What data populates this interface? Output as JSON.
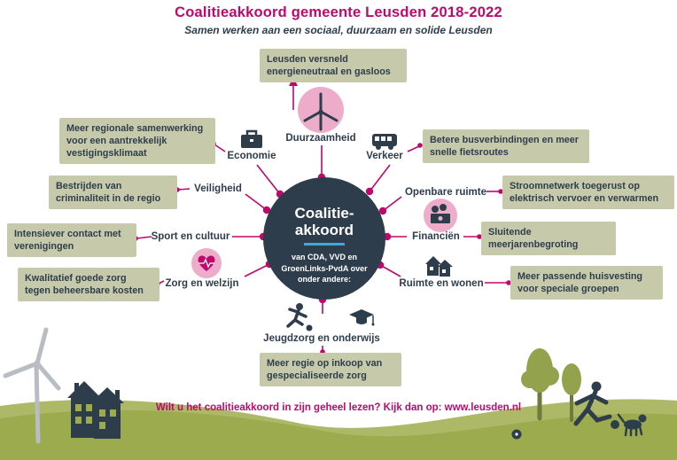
{
  "header": {
    "title": "Coalitieakkoord gemeente Leusden 2018-2022",
    "subtitle": "Samen werken aan een sociaal, duurzaam en solide Leusden"
  },
  "center": {
    "line1": "Coalitie-",
    "line2": "akkoord",
    "subtitle": "van CDA, VVD en GroenLinks-PvdA over onder andere:"
  },
  "topics": {
    "duurzaamheid": {
      "label": "Duurzaamheid",
      "icon": "wind-turbine-icon"
    },
    "economie": {
      "label": "Economie",
      "icon": "briefcase-icon"
    },
    "verkeer": {
      "label": "Verkeer",
      "icon": "bus-icon"
    },
    "veiligheid": {
      "label": "Veiligheid"
    },
    "openbare_ruimte": {
      "label": "Openbare ruimte"
    },
    "sport_en_cultuur": {
      "label": "Sport en cultuur"
    },
    "financien": {
      "label": "Financiën",
      "icon": "money-icon"
    },
    "zorg_en_welzijn": {
      "label": "Zorg en welzijn",
      "icon": "heart-icon"
    },
    "ruimte_en_wonen": {
      "label": "Ruimte en wonen",
      "icon": "houses-icon"
    },
    "jeugdzorg": {
      "label": "Jeugdzorg en onderwijs",
      "icons": [
        "soccer-player-icon",
        "graduation-cap-icon"
      ]
    }
  },
  "boxes": {
    "duurzaamheid": "Leusden versneld energieneutraal en gasloos",
    "economie": "Meer regionale samenwerking voor een aantrekkelijk vestigingsklimaat",
    "verkeer": "Betere busverbindingen en meer snelle fietsroutes",
    "veiligheid": "Bestrijden van criminaliteit in de regio",
    "openbare_ruimte": "Stroomnetwerk toegerust op elektrisch vervoer en verwarmen",
    "sport_en_cultuur": "Intensiever contact met verenigingen",
    "financien": "Sluitende meerjarenbegroting",
    "zorg_en_welzijn": "Kwalitatief goede zorg tegen beheersbare kosten",
    "ruimte_en_wonen": "Meer passende huisvesting voor speciale groepen",
    "jeugdzorg": "Meer regie op inkoop van gespecialiseerde zorg"
  },
  "footer": {
    "text": "Wilt u het coalitieakkoord in zijn geheel lezen? Kijk dan op: www.leusden.nl"
  },
  "colors": {
    "magenta": "#c0076e",
    "dark_navy": "#2e3d4c",
    "box_background": "#c6caab",
    "pink_circle": "#ecacca",
    "accent_blue": "#3fa8d8",
    "grass_front": "#9cab4e",
    "grass_back": "#aeb968",
    "tree_green": "#93a24d",
    "turbine_gray": "#b7bdc2"
  }
}
